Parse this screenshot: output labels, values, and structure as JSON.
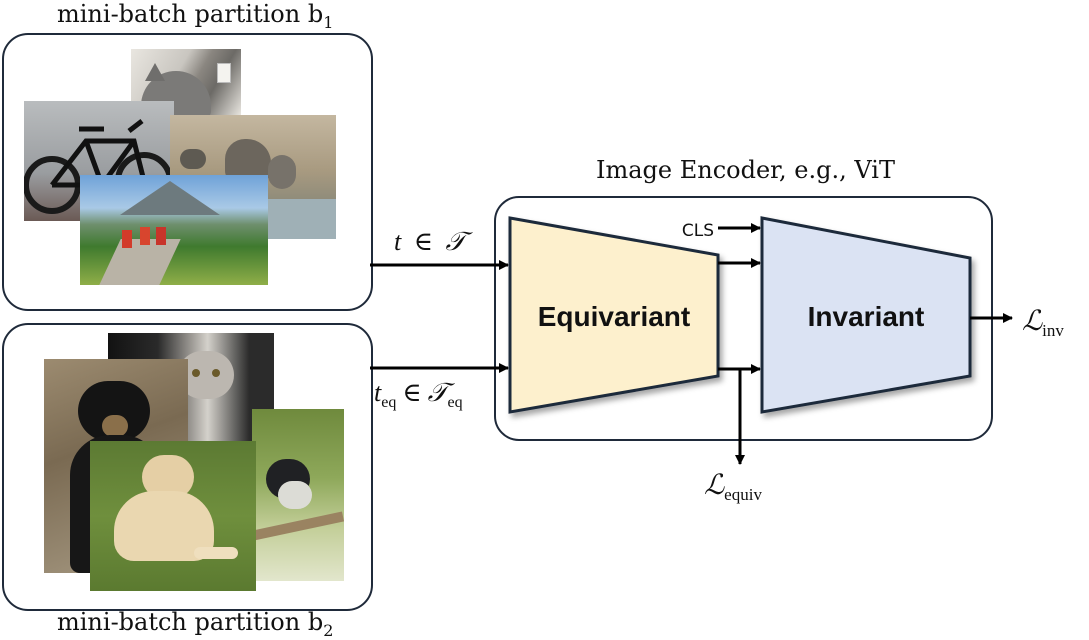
{
  "batch1": {
    "title_prefix": "mini-batch partition b",
    "title_sub": "1"
  },
  "batch2": {
    "title_prefix": "mini-batch partition b",
    "title_sub": "2"
  },
  "encoder": {
    "title": "Image Encoder, e.g., ViT",
    "equivariant_label": "Equivariant",
    "invariant_label": "Invariant",
    "cls_label": "CLS"
  },
  "transforms": {
    "t_main": "t",
    "t_set": "𝒯",
    "t_eq_main": "t",
    "t_eq_sub": "eq",
    "t_eq_set": "𝒯",
    "t_eq_set_sub": "eq",
    "in_symbol": "∈"
  },
  "losses": {
    "inv_main": "ℒ",
    "inv_sub": "inv",
    "equiv_main": "ℒ",
    "equiv_sub": "equiv"
  },
  "colors": {
    "border": "#1f2a3a",
    "equivariant_fill": "#fdf0cd",
    "invariant_fill": "#dbe3f3"
  },
  "photos": [
    "cat-photo",
    "bicycle-photo",
    "elephants-photo",
    "cyclists-mountain-photo",
    "tabby-cat-photo",
    "black-bear-photo",
    "golden-retriever-photo",
    "bird-photo"
  ]
}
